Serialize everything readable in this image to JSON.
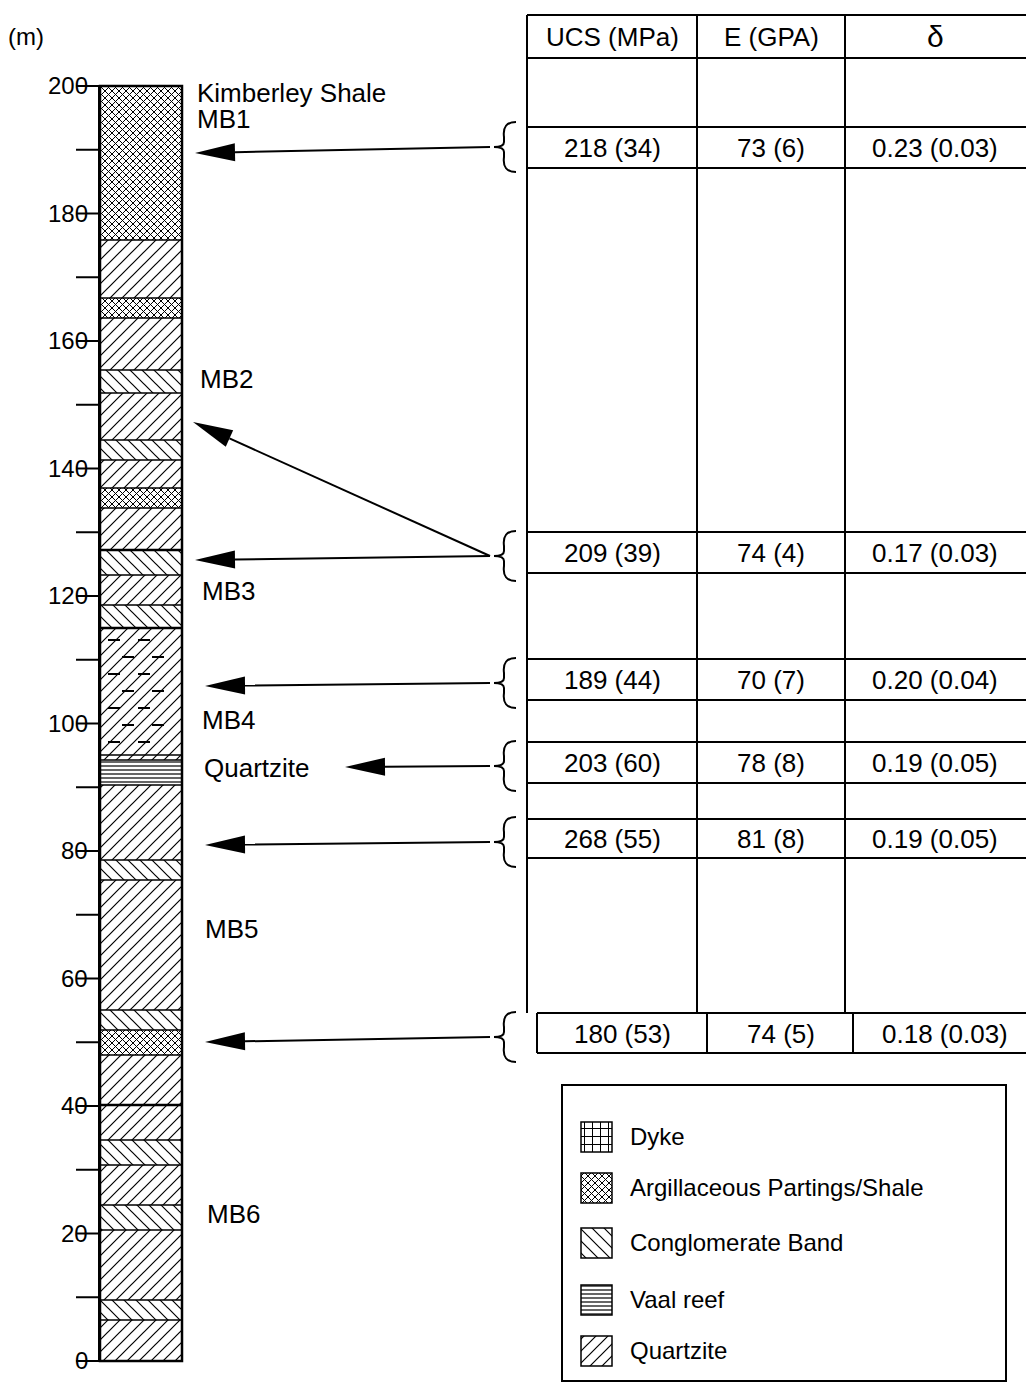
{
  "diagram": {
    "labels": [
      "(m)",
      "200",
      "180",
      "160",
      "140",
      "120",
      "100",
      "80",
      "60",
      "40",
      "20",
      "0",
      "Kimberley Shale",
      "MB1",
      "MB2",
      "MB3",
      "MB4",
      "Quartzite",
      "MB5",
      "MB6",
      "UCS (MPa)",
      "E (GPA)",
      "δ",
      "218 (34)",
      "73 (6)",
      "0.23 (0.03)",
      "209 (39)",
      "74 (4)",
      "0.17 (0.03)",
      "189 (44)",
      "70 (7)",
      "0.20 (0.04)",
      "203 (60)",
      "78 (8)",
      "0.19 (0.05)",
      "268 (55)",
      "81 (8)",
      "0.19 (0.05)",
      "180 (53)",
      "74 (5)",
      "0.18 (0.03)"
    ],
    "legend": [
      {
        "text": "Dyke"
      },
      {
        "text": "Argillaceous Partings/Shale"
      },
      {
        "text": "Conglomerate Band"
      },
      {
        "text": "Vaal reef"
      },
      {
        "text": "Quartzite"
      }
    ]
  }
}
